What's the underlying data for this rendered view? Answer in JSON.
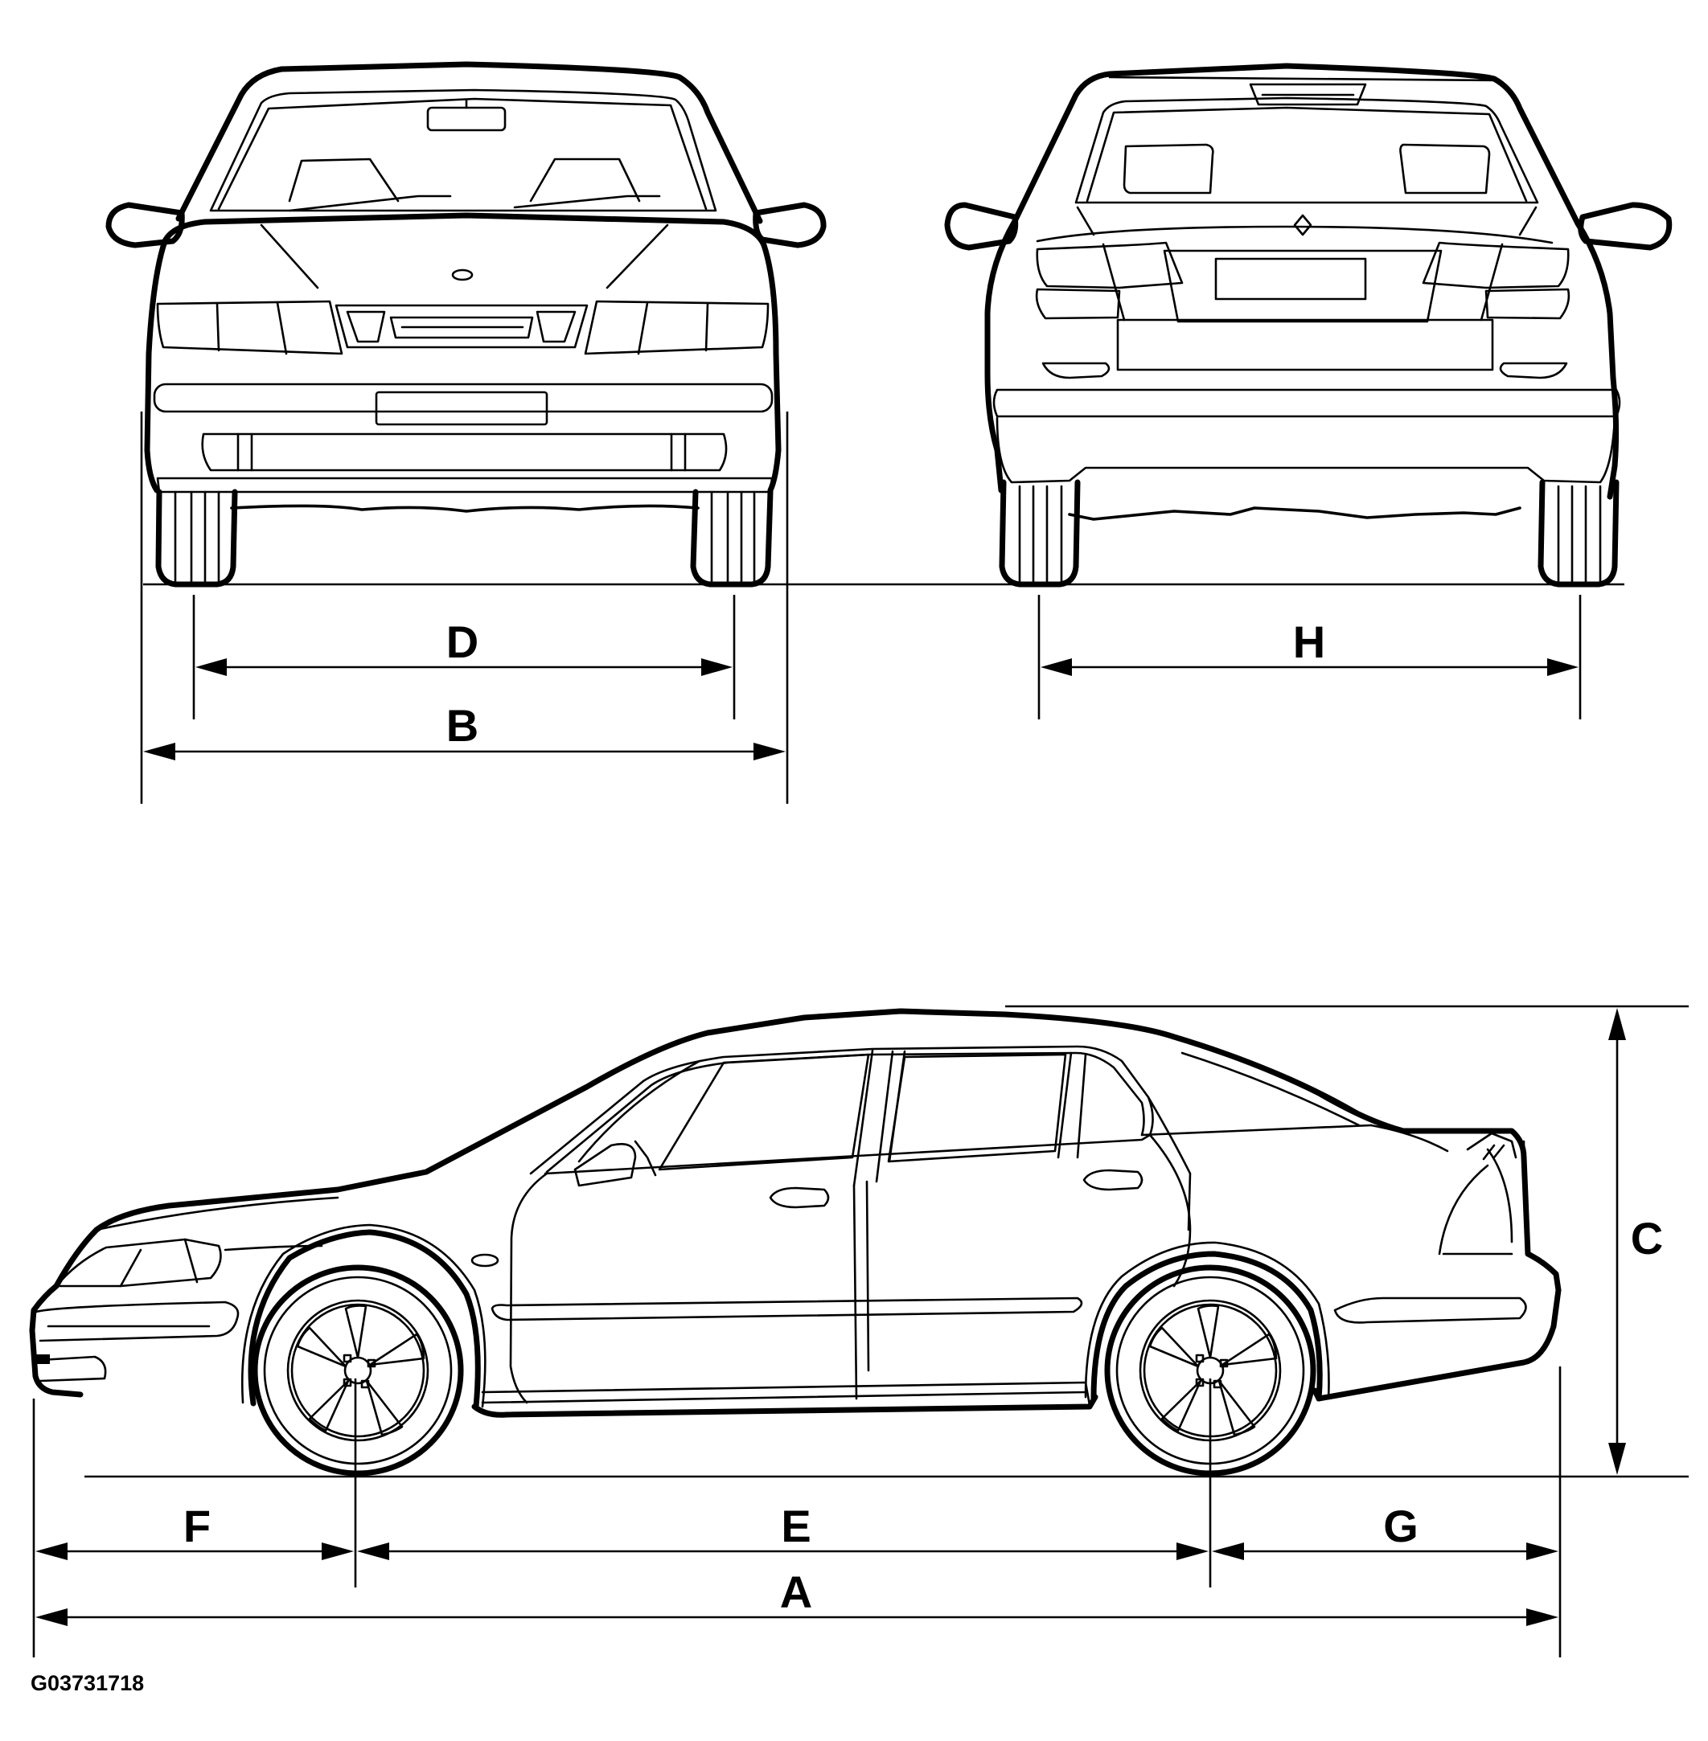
{
  "diagram": {
    "reference_code": "G03731718",
    "views": {
      "front": {
        "dimensions": {
          "track": "D",
          "width": "B"
        }
      },
      "rear": {
        "dimensions": {
          "track": "H"
        }
      },
      "side": {
        "dimensions": {
          "height": "C",
          "front_overhang": "F",
          "wheelbase": "E",
          "rear_overhang": "G",
          "length": "A"
        }
      }
    },
    "colors": {
      "line": "#000000",
      "background": "#ffffff"
    }
  }
}
